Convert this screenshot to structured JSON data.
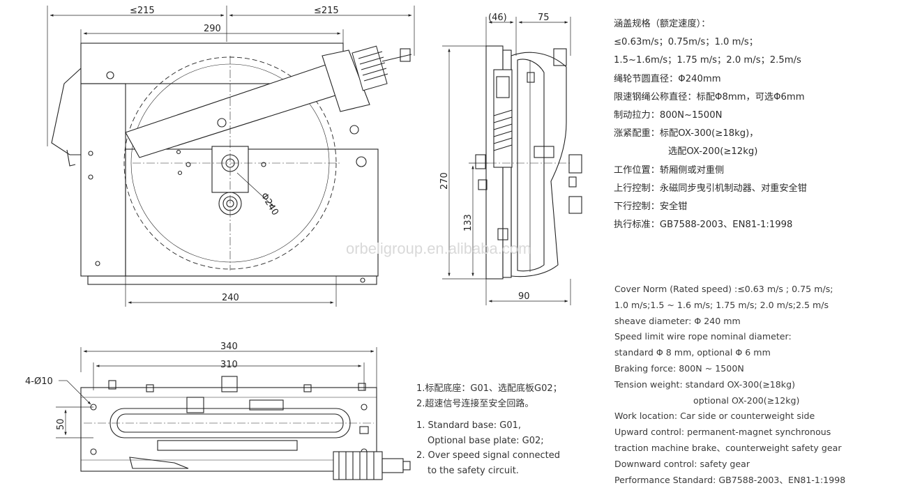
{
  "watermark": "orbeligroup.en.alibaba.com",
  "front_view": {
    "dim_left_half": "≤215",
    "dim_right_half": "≤215",
    "dim_top": "290",
    "dim_bottom": "240",
    "dim_diameter": "Φ240"
  },
  "side_view": {
    "dim_top_left": "(46)",
    "dim_top_right": "75",
    "dim_height": "270",
    "dim_center": "133",
    "dim_bottom": "90"
  },
  "bottom_view": {
    "dim_outer": "340",
    "dim_inner": "310",
    "dim_holes": "4-Ø10",
    "dim_vertical": "50"
  },
  "notes_cn": [
    "1.标配底座：G01、选配底板G02；",
    "2.超速信号连接至安全回路。"
  ],
  "notes_en": [
    "1. Standard base: G01,",
    "Optional base plate: G02;",
    "2. Over speed signal connected",
    "to the safety circuit."
  ],
  "specs_cn": [
    "涵盖规格（额定速度）：",
    "≤0.63m/s；0.75m/s；1.0 m/s；",
    "1.5~1.6m/s；1.75 m/s；2.0 m/s；2.5m/s",
    "绳轮节圆直径：Φ240mm",
    "限速钢绳公称直径：标配Φ8mm，可选Φ6mm",
    "制动拉力：800N~1500N",
    "涨紧配重：标配OX-300(≥18kg)，",
    "选配OX-200(≥12kg)",
    "工作位置：轿厢侧或对重侧",
    "上行控制：永磁同步曳引机制动器、对重安全钳",
    "下行控制：安全钳",
    "执行标准：GB7588-2003、EN81-1:1998"
  ],
  "specs_en": [
    "Cover Norm (Rated speed) :≤0.63 m/s ; 0.75 m/s;",
    "1.0 m/s;1.5 ~ 1.6 m/s; 1.75 m/s; 2.0 m/s;2.5 m/s",
    "sheave diameter:   Φ 240 mm",
    "Speed limit wire rope nominal diameter:",
    "standard Φ 8 mm, optional Φ 6 mm",
    "Braking force: 800N ~ 1500N",
    "Tension weight: standard OX-300(≥18kg)",
    "optional OX-200(≥12kg)",
    "Work location: Car side or  counterweight  side",
    "Upward control: permanent-magnet synchronous",
    "traction machine brake、counterweight safety gear",
    "Downward control: safety gear",
    "Performance Standard: GB7588-2003、EN81-1:1998"
  ]
}
